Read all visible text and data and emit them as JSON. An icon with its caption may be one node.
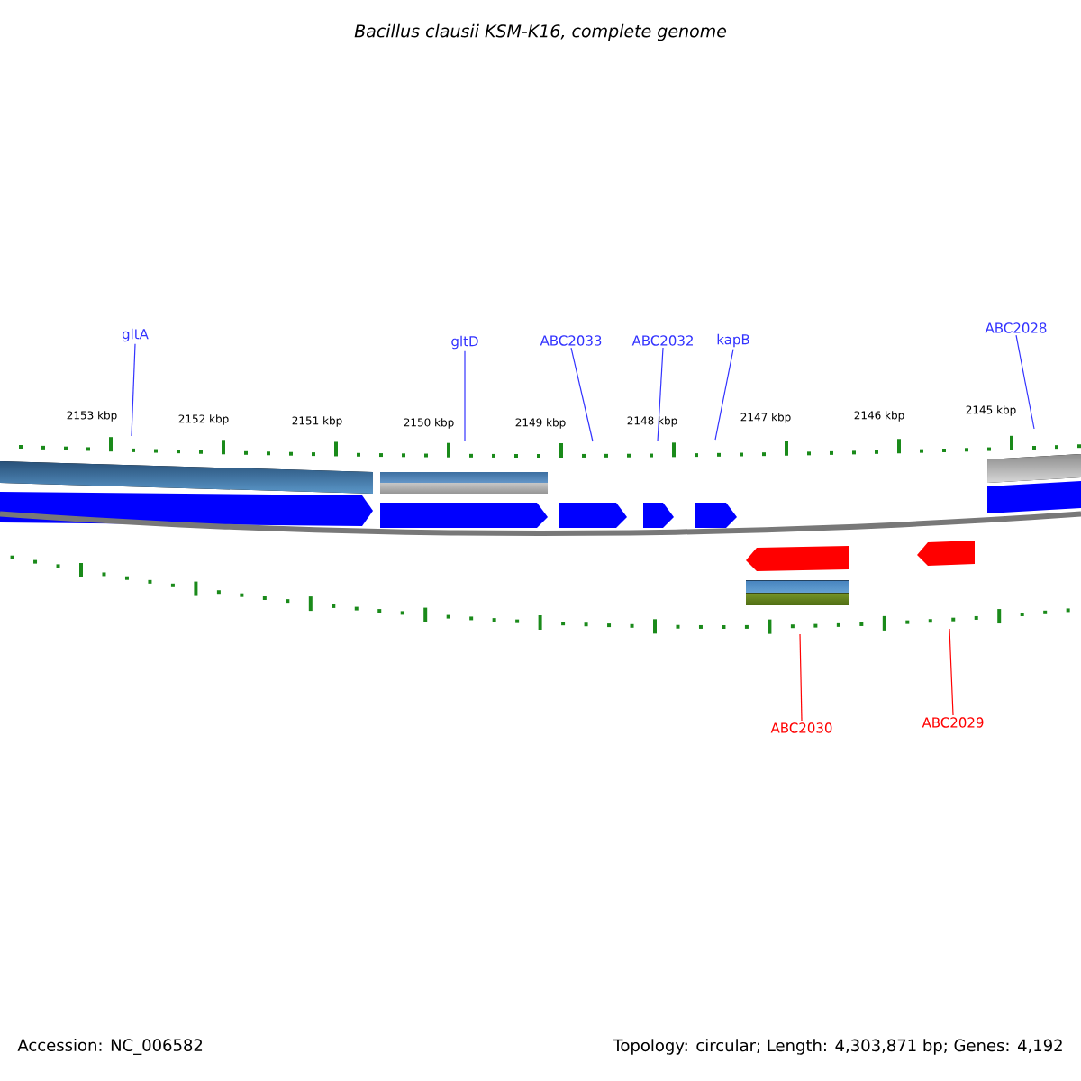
{
  "diagram": {
    "title": "Bacillus clausii KSM-K16, complete genome",
    "nodes": [
      {
        "text": [
          "gltA"
        ]
      },
      {
        "text": [
          "gltD"
        ]
      },
      {
        "text": [
          "ABC2033"
        ]
      },
      {
        "text": [
          "ABC2032"
        ]
      },
      {
        "text": [
          "kapB"
        ]
      },
      {
        "text": [
          "ABC2028"
        ]
      },
      {
        "text": [
          "ABC2030"
        ]
      },
      {
        "text": [
          "ABC2029"
        ]
      }
    ],
    "edges": [
      {
        "from": 0,
        "to": null,
        "arrow": "none"
      },
      {
        "from": 1,
        "to": null,
        "arrow": "none"
      },
      {
        "from": 2,
        "to": null,
        "arrow": "none"
      },
      {
        "from": 3,
        "to": null,
        "arrow": "none"
      },
      {
        "from": 4,
        "to": null,
        "arrow": "none"
      },
      {
        "from": 5,
        "to": null,
        "arrow": "none"
      },
      {
        "from": 6,
        "to": null,
        "arrow": "none",
        "color": "#ff0000"
      },
      {
        "from": 7,
        "to": null,
        "arrow": "none",
        "color": "#ff0000"
      }
    ],
    "labels": [
      "2153 kbp",
      "2152 kbp",
      "2151 kbp",
      "2150 kbp",
      "2149 kbp",
      "2148 kbp",
      "2147 kbp",
      "2146 kbp",
      "2145 kbp",
      "Accession: NC_006582",
      "Topology: circular; Length: 4,303,871 bp; Genes: 4,192"
    ]
  }
}
